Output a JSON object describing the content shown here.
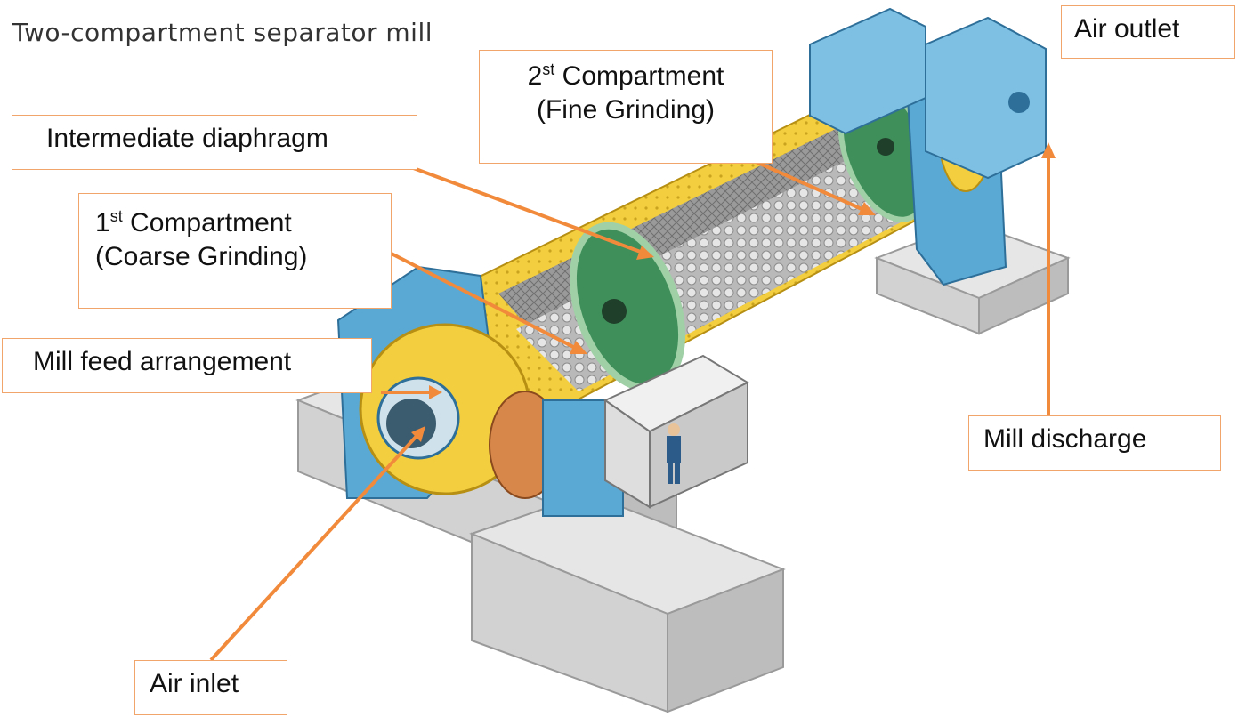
{
  "title": "Two-compartment separator mill",
  "labels": {
    "air_outlet": "Air outlet",
    "second_compartment_num": "2",
    "second_compartment_sup": "st",
    "second_compartment_word": " Compartment",
    "second_compartment_sub": "(Fine Grinding)",
    "intermediate_diaphragm": "Intermediate diaphragm",
    "first_compartment_num": "1",
    "first_compartment_sup": "st",
    "first_compartment_word": " Compartment",
    "first_compartment_sub": "(Coarse Grinding)",
    "mill_feed": "Mill feed arrangement",
    "mill_discharge": "Mill discharge",
    "air_inlet": "Air inlet"
  },
  "colors": {
    "shell_yellow": "#f3cf3f",
    "housing_blue": "#5aa8d4",
    "diaphragm_green": "#3f8f5a",
    "foundation_gray": "#dcdcdc",
    "arrow_orange": "#f28a3c",
    "label_border": "#f2a56a"
  }
}
